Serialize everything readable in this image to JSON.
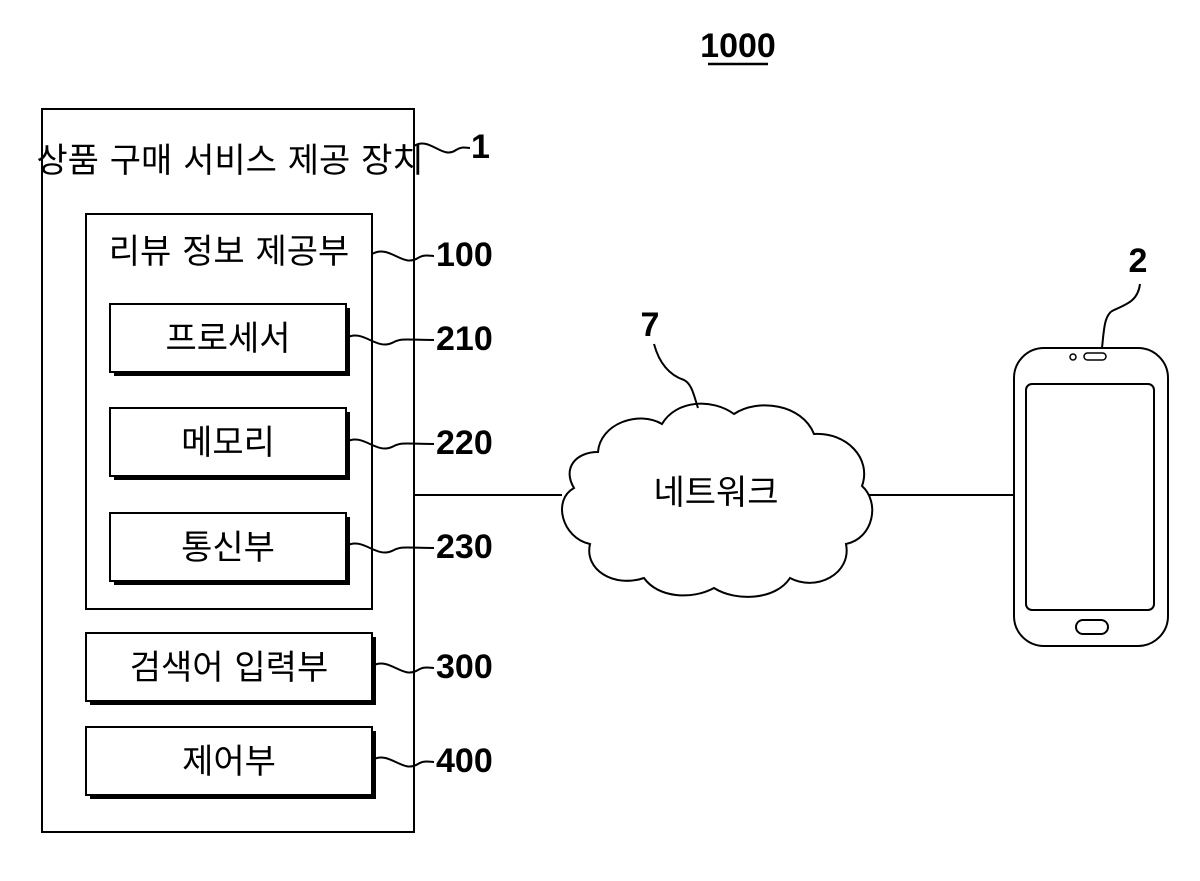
{
  "figure": {
    "number": "1000"
  },
  "device": {
    "ref": "1",
    "title": "상품 구매 서비스 제공 장치"
  },
  "review_unit": {
    "ref": "100",
    "title": "리뷰 정보 제공부",
    "components": [
      {
        "ref": "210",
        "label": "프로세서"
      },
      {
        "ref": "220",
        "label": "메모리"
      },
      {
        "ref": "230",
        "label": "통신부"
      }
    ]
  },
  "search_unit": {
    "ref": "300",
    "label": "검색어 입력부"
  },
  "control_unit": {
    "ref": "400",
    "label": "제어부"
  },
  "network": {
    "ref": "7",
    "label": "네트워크"
  },
  "terminal": {
    "ref": "2"
  }
}
